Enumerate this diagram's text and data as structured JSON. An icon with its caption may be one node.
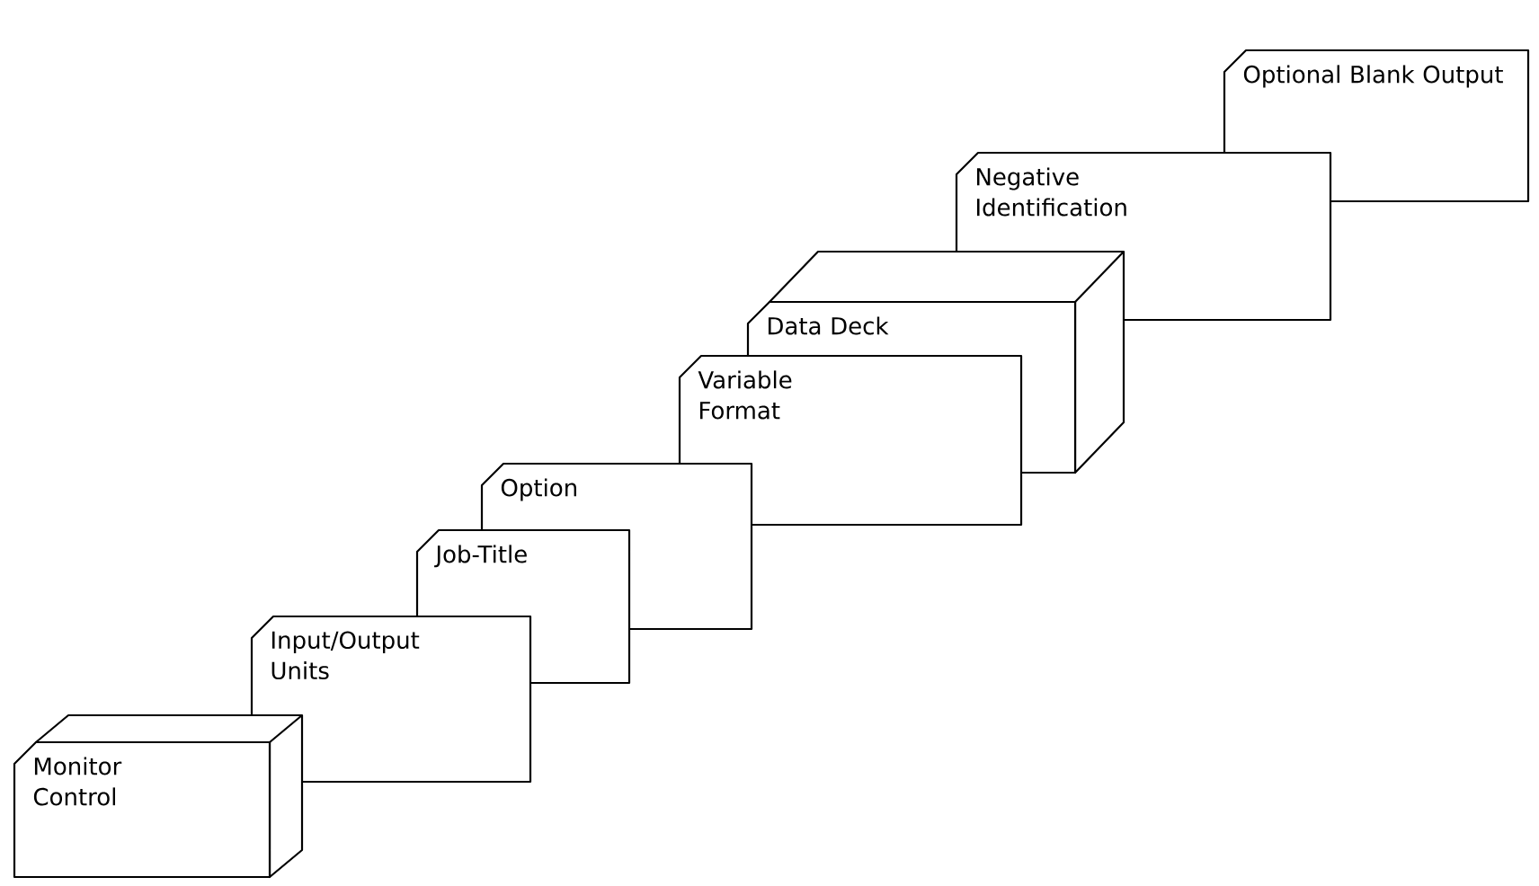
{
  "diagram": {
    "nodes": [
      {
        "text": [
          "Monitor Control"
        ]
      },
      {
        "text": [
          "Input/Output Units"
        ]
      },
      {
        "text": [
          "Job-Title"
        ]
      },
      {
        "text": [
          "Option"
        ]
      },
      {
        "text": [
          "Variable Format"
        ]
      },
      {
        "text": [
          "Data Deck"
        ]
      },
      {
        "text": [
          "Negative Identification"
        ]
      },
      {
        "text": [
          "Optional Blank Output"
        ]
      }
    ]
  }
}
